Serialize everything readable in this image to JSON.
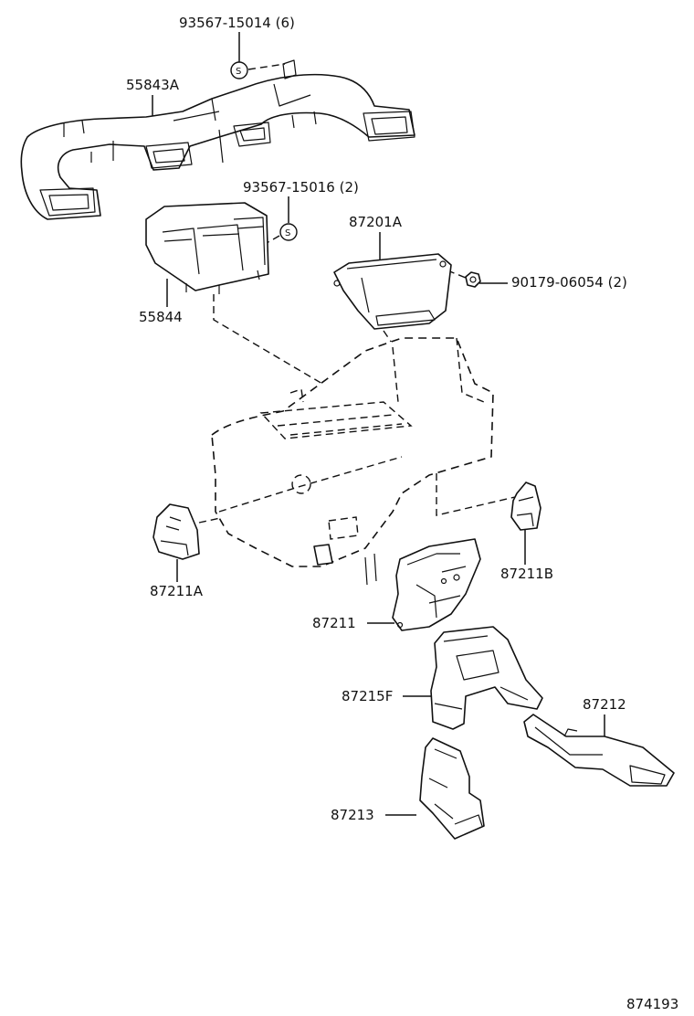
{
  "diagram": {
    "catalog_number": "874193",
    "callouts": [
      {
        "id": "c1",
        "text": "93567-15014 (6)"
      },
      {
        "id": "c2",
        "text": "55843A"
      },
      {
        "id": "c3",
        "text": "93567-15016 (2)"
      },
      {
        "id": "c4",
        "text": "87201A"
      },
      {
        "id": "c5",
        "text": "90179-06054 (2)"
      },
      {
        "id": "c6",
        "text": "55844"
      },
      {
        "id": "c7",
        "text": "87211B"
      },
      {
        "id": "c8",
        "text": "87211A"
      },
      {
        "id": "c9",
        "text": "87211"
      },
      {
        "id": "c10",
        "text": "87215F"
      },
      {
        "id": "c11",
        "text": "87212"
      },
      {
        "id": "c12",
        "text": "87213"
      }
    ],
    "screw_symbol": "S"
  }
}
